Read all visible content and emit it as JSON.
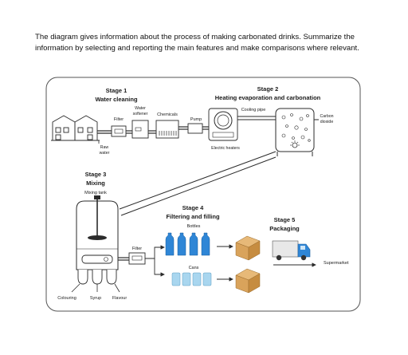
{
  "prompt": "The diagram gives information about the process of making carbonated drinks. Summarize the information by selecting and reporting the main features and make comparisons where relevant.",
  "stages": {
    "s1": {
      "number": "Stage 1",
      "name": "Water cleaning"
    },
    "s2": {
      "number": "Stage 2",
      "name": "Heating evaporation and carbonation"
    },
    "s3": {
      "number": "Stage 3",
      "name": "Mixing"
    },
    "s4": {
      "number": "Stage 4",
      "name": "Filtering and filling"
    },
    "s5": {
      "number": "Stage 5",
      "name": "Packaging"
    }
  },
  "labels": {
    "raw_water_1": "Raw",
    "raw_water_2": "water",
    "filter1": "Filter",
    "water_softener_1": "Water",
    "water_softener_2": "softener",
    "chemicals": "Chemicals",
    "pump": "Pump",
    "cooling_pipe": "Cooling pipe",
    "electric_heaters": "Electric heaters",
    "carbon_dioxide_1": "Carbon",
    "carbon_dioxide_2": "dioxide",
    "mixing_tank": "Mixing tank",
    "colouring": "Colouring",
    "syrup": "Syrup",
    "flavour": "Flavour",
    "filter2": "Filter",
    "bottles": "Bottles",
    "cans": "Cans",
    "supermarket": "Supermarket"
  },
  "colors": {
    "outline": "#2b2b2b",
    "bottle_blue": "#2f86d6",
    "can_blue": "#a9d6ef",
    "box_tan": "#d9a35b",
    "truck_blue": "#2f86d6"
  }
}
